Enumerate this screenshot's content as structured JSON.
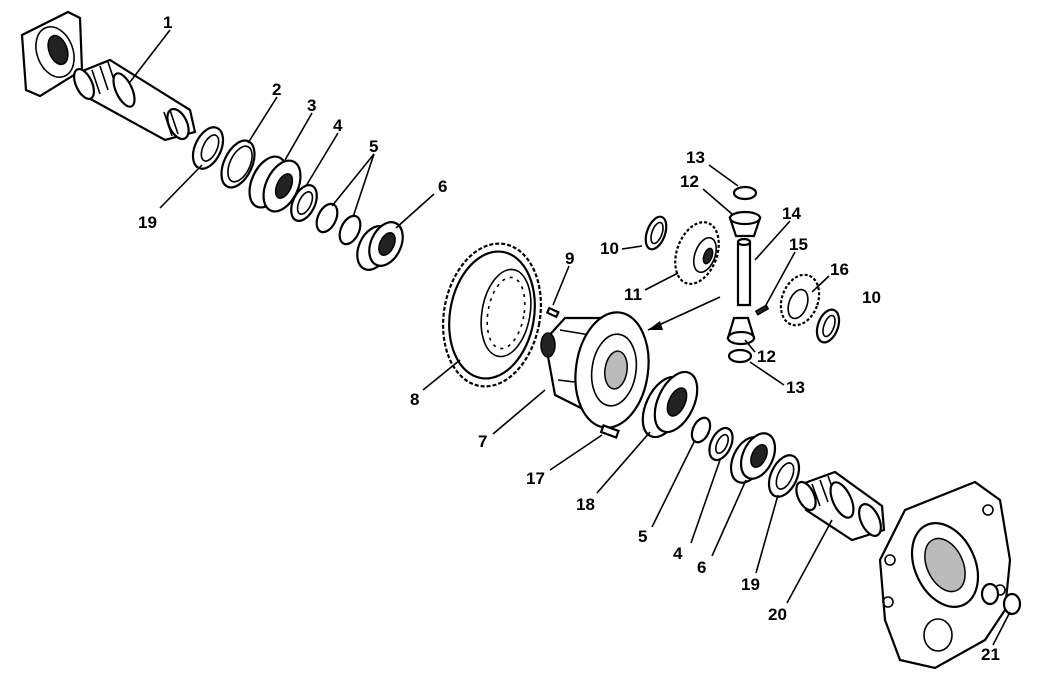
{
  "diagram": {
    "callouts": {
      "c1": "1",
      "c2": "2",
      "c3": "3",
      "c4a": "4",
      "c5a": "5",
      "c6a": "6",
      "c19a": "19",
      "c13a": "13",
      "c12a": "12",
      "c14": "14",
      "c15": "15",
      "c16": "16",
      "c10a": "10",
      "c10b": "10",
      "c11": "11",
      "c9": "9",
      "c8": "8",
      "c7": "7",
      "c17": "17",
      "c18": "18",
      "c5b": "5",
      "c4b": "4",
      "c6b": "6",
      "c19b": "19",
      "c20": "20",
      "c21": "21",
      "c12b": "12",
      "c13b": "13"
    }
  }
}
